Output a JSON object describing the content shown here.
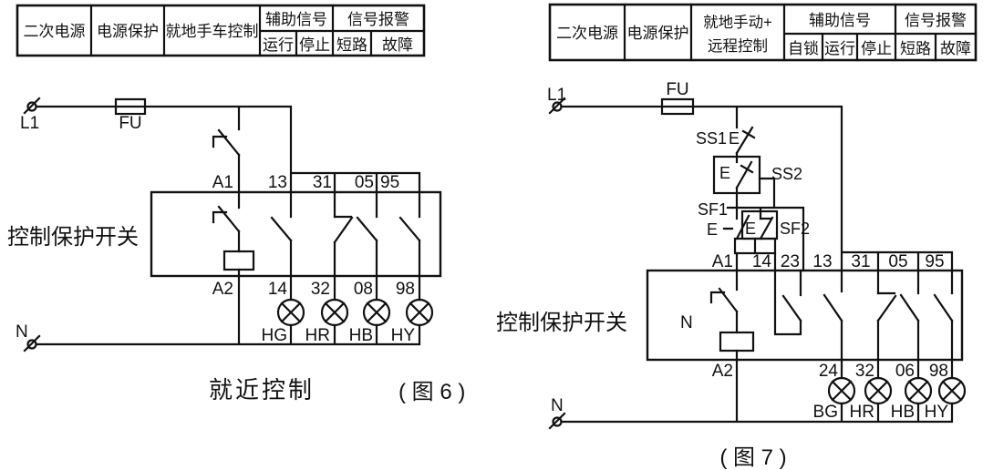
{
  "fig6": {
    "table": {
      "power": "二次电源",
      "protect": "电源保护",
      "control": "就地手车控制",
      "aux": "辅助信号",
      "aux_sub": [
        "运行",
        "停止"
      ],
      "alarm": "信号报警",
      "alarm_sub": [
        "短路",
        "故障"
      ]
    },
    "terms": {
      "l1": "L1",
      "fu": "FU",
      "n": "N"
    },
    "box_label": "控制保护开关",
    "top": [
      "A1",
      "13",
      "31",
      "05",
      "95"
    ],
    "bottom": [
      "A2",
      "14",
      "32",
      "08",
      "98"
    ],
    "lamps": [
      "HG",
      "HR",
      "HB",
      "HY"
    ],
    "caption": "就近控制",
    "fig_no": "( 图 6 )"
  },
  "fig7": {
    "table": {
      "power": "二次电源",
      "protect": "电源保护",
      "control_line1": "就地手动+",
      "control_line2": "远程控制",
      "aux": "辅助信号",
      "aux_sub": [
        "自锁",
        "运行",
        "停止"
      ],
      "alarm": "信号报警",
      "alarm_sub": [
        "短路",
        "故障"
      ]
    },
    "terms": {
      "l1": "L1",
      "fu": "FU",
      "n": "N"
    },
    "switches": {
      "ss1": "SS1",
      "ss2": "SS2",
      "sf1": "SF1",
      "sf2": "SF2",
      "e": "E"
    },
    "box_label": "控制保护开关",
    "coil_n": "N",
    "top": [
      "A1",
      "14",
      "23",
      "13",
      "31",
      "05",
      "95"
    ],
    "bottom": [
      "A2",
      "24",
      "32",
      "06",
      "98"
    ],
    "lamps": [
      "BG",
      "HR",
      "HB",
      "HY"
    ],
    "fig_no": "( 图 7 )"
  },
  "colors": {
    "ink": "#111111",
    "bg": "#ffffff"
  }
}
